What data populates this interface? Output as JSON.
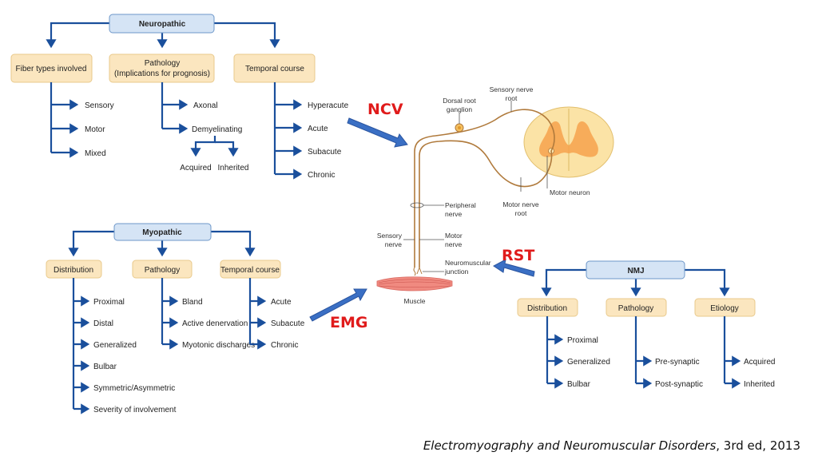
{
  "trees": {
    "neuropathic": {
      "root": "Neuropathic",
      "categories": [
        {
          "label": "Fiber types involved",
          "items": [
            "Sensory",
            "Motor",
            "Mixed"
          ]
        },
        {
          "label_line1": "Pathology",
          "label_line2": "(Implications for prognosis)",
          "items": [
            "Axonal",
            "Demyelinating"
          ],
          "subitems": [
            "Acquired",
            "Inherited"
          ]
        },
        {
          "label": "Temporal course",
          "items": [
            "Hyperacute",
            "Acute",
            "Subacute",
            "Chronic"
          ]
        }
      ]
    },
    "myopathic": {
      "root": "Myopathic",
      "categories": [
        {
          "label": "Distribution",
          "items": [
            "Proximal",
            "Distal",
            "Generalized",
            "Bulbar",
            "Symmetric/Asymmetric",
            "Severity of involvement"
          ]
        },
        {
          "label": "Pathology",
          "items": [
            "Bland",
            "Active denervation",
            "Myotonic discharges"
          ]
        },
        {
          "label": "Temporal course",
          "items": [
            "Acute",
            "Subacute",
            "Chronic"
          ]
        }
      ]
    },
    "nmj": {
      "root": "NMJ",
      "categories": [
        {
          "label": "Distribution",
          "items": [
            "Proximal",
            "Generalized",
            "Bulbar"
          ]
        },
        {
          "label": "Pathology",
          "items": [
            "Pre-synaptic",
            "Post-synaptic"
          ]
        },
        {
          "label": "Etiology",
          "items": [
            "Acquired",
            "Inherited"
          ]
        }
      ]
    }
  },
  "tests": {
    "ncv": "NCV",
    "emg": "EMG",
    "rst": "RST"
  },
  "anatomy": {
    "dorsal_root_ganglion": [
      "Dorsal root",
      "ganglion"
    ],
    "sensory_nerve_root": [
      "Sensory nerve",
      "root"
    ],
    "motor_neuron": "Motor neuron",
    "motor_nerve_root": [
      "Motor nerve",
      "root"
    ],
    "peripheral_nerve": [
      "Peripheral",
      "nerve"
    ],
    "sensory_nerve": [
      "Sensory",
      "nerve"
    ],
    "motor_nerve": [
      "Motor",
      "nerve"
    ],
    "neuromuscular_junction": [
      "Neuromuscular",
      "junction"
    ],
    "muscle": "Muscle"
  },
  "citation": {
    "title": "Electromyography and Neuromuscular Disorders",
    "rest": ", 3rd ed, 2013"
  },
  "colors": {
    "connector": "#1a4f9c",
    "root_fill": "#d5e4f5",
    "category_fill": "#fbe6bf",
    "test_label": "#e01b1b",
    "big_arrow": "#3a6fc4",
    "nerve": "#b07a3c"
  }
}
